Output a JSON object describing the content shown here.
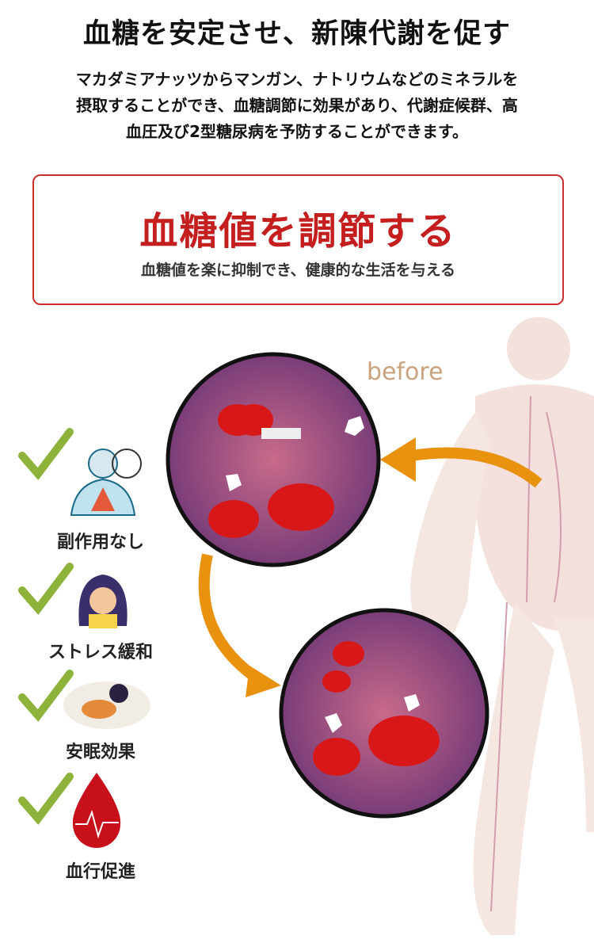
{
  "header": {
    "title": "血糖を安定させ、新陳代謝を促す",
    "lines": [
      "マカダミアナッツからマンガン、ナトリウムなどのミネラルを",
      "摂取することができ、血糖調節に効果があり、代謝症候群、高",
      "血圧及び2型糖尿病を予防することができます。"
    ]
  },
  "callout": {
    "title": "血糖値を調節する",
    "subtitle": "血糖値を楽に抑制でき、健康的な生活を与える"
  },
  "illustration": {
    "before_label": "before"
  },
  "benefits": [
    {
      "label": "副作用なし",
      "icon": "headache-person-icon"
    },
    {
      "label": "ストレス緩和",
      "icon": "stressed-woman-icon"
    },
    {
      "label": "安眠効果",
      "icon": "sleeping-person-icon"
    },
    {
      "label": "血行促進",
      "icon": "blood-drop-icon"
    }
  ],
  "colors": {
    "accent_red": "#c41e1e",
    "check_green": "#8db33a",
    "arrow_orange": "#e8920f"
  }
}
